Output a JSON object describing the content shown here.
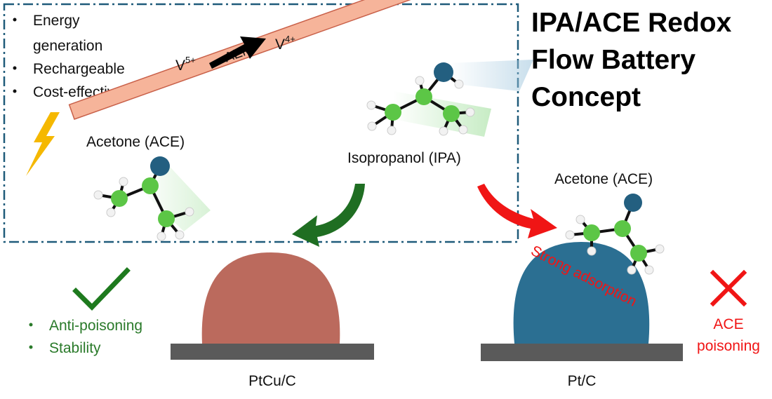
{
  "title_lines": [
    "IPA/ACE Redox",
    "Flow Battery",
    "Concept"
  ],
  "features": [
    "Energy",
    "generation",
    "Rechargeable",
    "Cost-effective"
  ],
  "redox": {
    "left": "V",
    "left_sup": "5+",
    "right": "V",
    "right_sup": "4+"
  },
  "membrane_label": "AEM",
  "molecules": {
    "acetone_left": "Acetone (ACE)",
    "isopropanol": "Isopropanol (IPA)",
    "acetone_right": "Acetone (ACE)"
  },
  "left_catalyst": {
    "name": "PtCu/C",
    "benefits": [
      "Anti-poisoning",
      "Stability"
    ]
  },
  "right_catalyst": {
    "name": "Pt/C",
    "adsorption_label": "Strong adsorption",
    "poisoning_lines": [
      "ACE",
      "poisoning"
    ]
  },
  "colors": {
    "frame": "#1f5b7a",
    "membrane_fill": "#f6b49a",
    "membrane_stroke": "#c9614a",
    "carbon": "#5cc646",
    "oxygen": "#235f80",
    "hydrogen": "#f2f2f2",
    "ptcu_dome": "#bb6a5d",
    "pt_dome": "#2b6f92",
    "support": "#5a5a5a",
    "green_arrow": "#1f6e22",
    "red_arrow": "#f01515",
    "check": "#1e7a1e",
    "cross": "#f01515",
    "benefit_text": "#2a7a2a",
    "warning_text": "#f01515",
    "bolt": "#f5b800"
  }
}
